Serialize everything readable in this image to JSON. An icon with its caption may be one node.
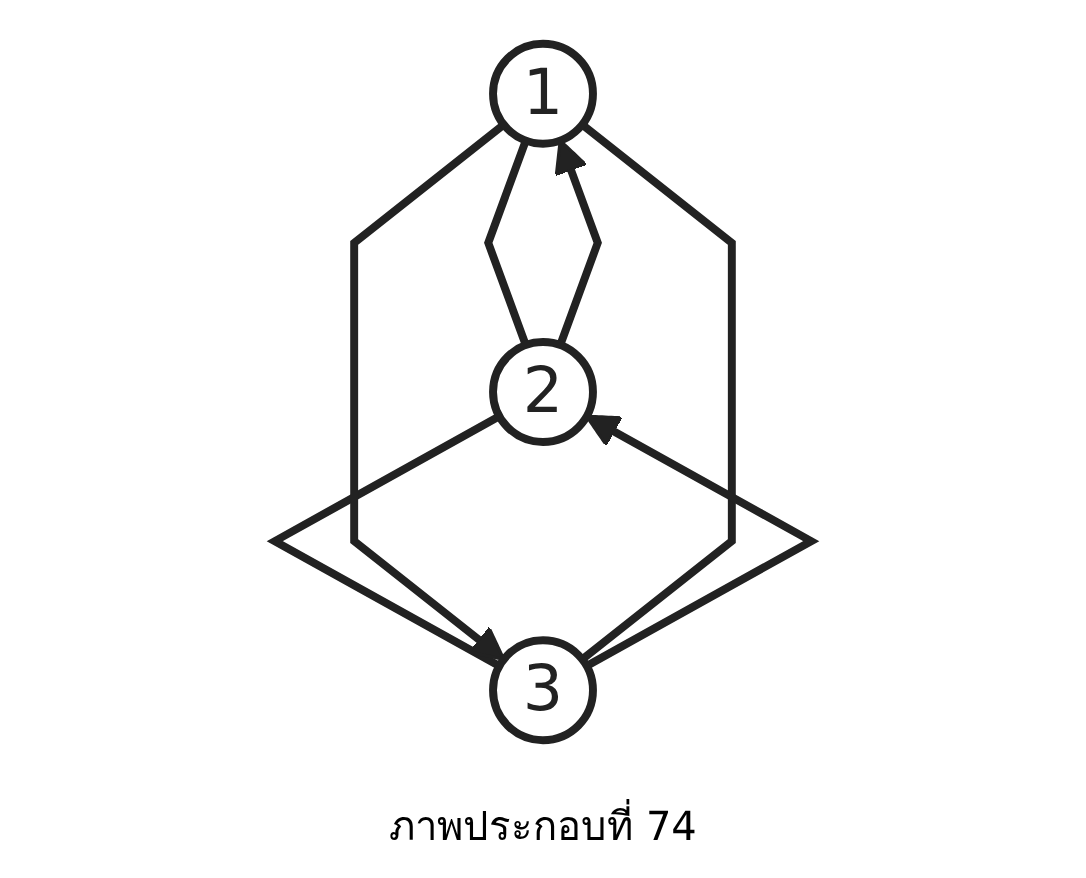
{
  "diagram": {
    "caption": "ภาพประกอบที่ 74",
    "nodes": [
      {
        "text": [
          "1"
        ]
      },
      {
        "text": [
          "2"
        ]
      },
      {
        "text": [
          "3"
        ]
      }
    ],
    "edges": [
      {
        "from": 0,
        "to": 1,
        "arrow": "none"
      },
      {
        "from": 1,
        "to": 2,
        "arrow": "none"
      },
      {
        "from": 2,
        "to": 0,
        "arrow": "none"
      },
      {
        "from": 0,
        "to": 2,
        "arrow": "to"
      },
      {
        "from": 2,
        "to": 1,
        "arrow": "to"
      },
      {
        "from": 1,
        "to": 0,
        "arrow": "to"
      }
    ]
  }
}
